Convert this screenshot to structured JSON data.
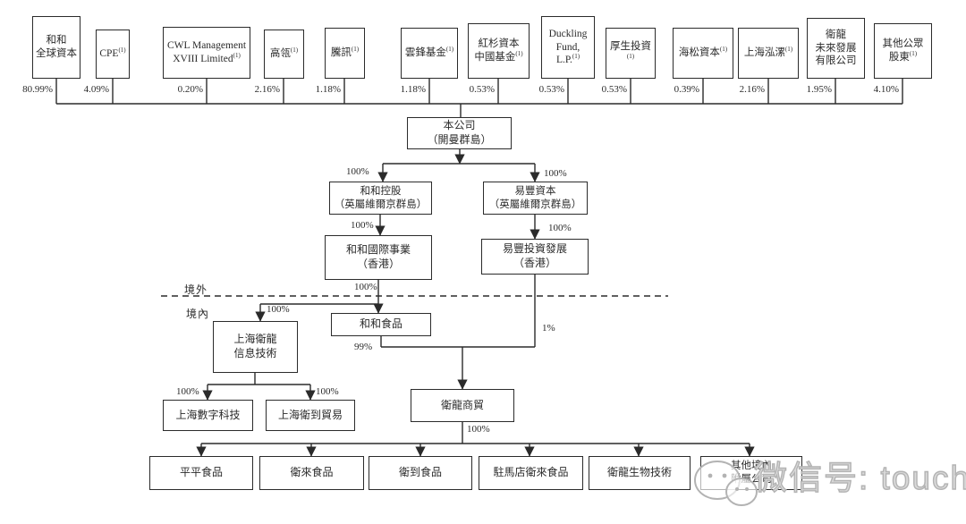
{
  "diagram": {
    "shareholders": [
      {
        "label": "和和\n全球資本",
        "sup": "",
        "pct": "80.99%"
      },
      {
        "label": "CPE",
        "sup": "(1)",
        "pct": "4.09%"
      },
      {
        "label": "CWL Management\nXVIII Limited",
        "sup": "(1)",
        "pct": "0.20%"
      },
      {
        "label": "高瓴",
        "sup": "(1)",
        "pct": "2.16%"
      },
      {
        "label": "騰訊",
        "sup": "(1)",
        "pct": "1.18%"
      },
      {
        "label": "雲鋒基金",
        "sup": "(1)",
        "pct": "1.18%"
      },
      {
        "label": "紅杉資本\n中國基金",
        "sup": "(1)",
        "pct": "0.53%"
      },
      {
        "label": "Duckling\nFund,\nL.P.",
        "sup": "(1)",
        "pct": "0.53%"
      },
      {
        "label": "厚生投資",
        "sup": "(1)",
        "pct": "0.53%"
      },
      {
        "label": "海松資本",
        "sup": "(1)",
        "pct": "0.39%"
      },
      {
        "label": "上海泓漯",
        "sup": "(1)",
        "pct": "2.16%"
      },
      {
        "label": "衛龍\n未來發展\n有限公司",
        "sup": "",
        "pct": "1.95%"
      },
      {
        "label": "其他公眾\n股東",
        "sup": "(1)",
        "pct": "4.10%"
      }
    ],
    "nodes": {
      "company": "本公司\n（開曼群島）",
      "hehe_holding": "和和控股\n（英屬維爾京群島）",
      "yifeng_capital": "易豐資本\n（英屬維爾京群島）",
      "hehe_intl": "和和國際事業\n（香港）",
      "yifeng_invest": "易豐投資發展\n（香港）",
      "sh_weilong_it": "上海衛龍\n信息技術",
      "hehe_food": "和和食品",
      "weilong_trading": "衛龍商貿",
      "sh_digital": "上海數字科技",
      "sh_weidao_trade": "上海衛到貿易",
      "pingping_food": "平平食品",
      "weilai_food": "衛來食品",
      "weidao_food": "衛到食品",
      "zmd_weilai_food": "駐馬店衛來食品",
      "weilong_biotech": "衛龍生物技術",
      "other_domestic": "其他境內\n附屬公司"
    },
    "edge_labels": {
      "pct_100": "100%",
      "pct_99": "99%",
      "pct_1": "1%"
    },
    "zones": {
      "offshore": "境外",
      "onshore": "境內"
    },
    "watermark": "微信号: touchweb",
    "colors": {
      "line": "#2b2b2b",
      "watermark_gray": "#b3b3b3",
      "background": "#ffffff"
    }
  }
}
